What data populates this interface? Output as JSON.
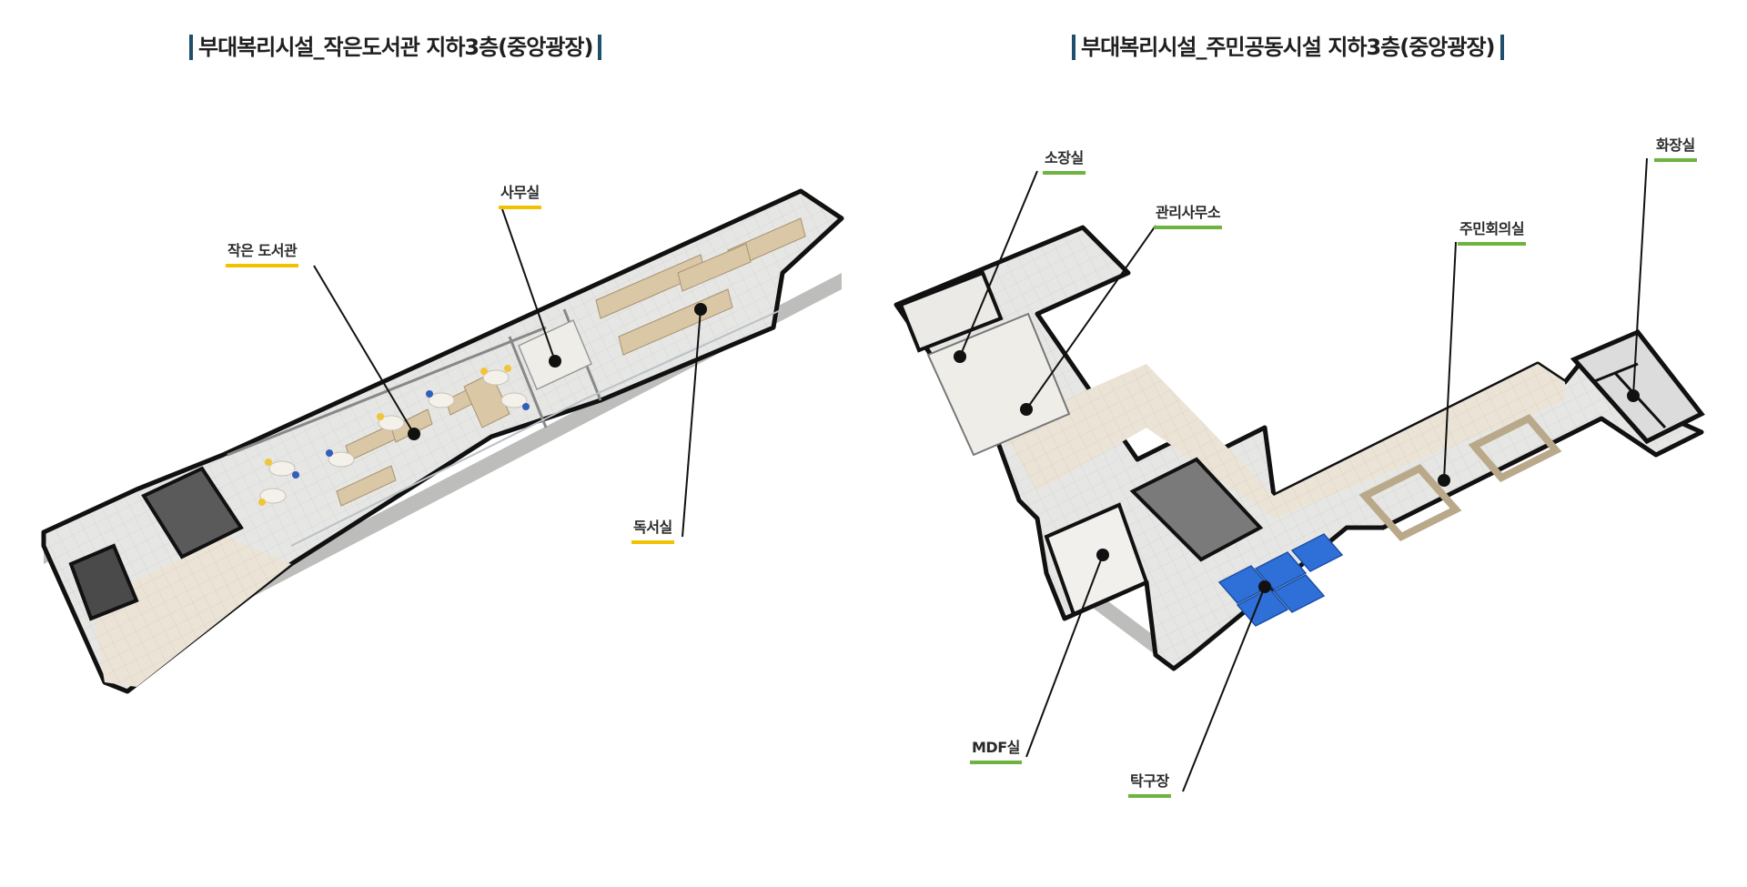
{
  "titles": {
    "left": "부대복리시설_작은도서관 지하3층(중앙광장)",
    "right": "부대복리시설_주민공동시설 지하3층(중앙광장)"
  },
  "labels": {
    "small_library": "작은 도서관",
    "office": "사무실",
    "reading_room": "독서실",
    "storage_room": "소장실",
    "management_office": "관리사무소",
    "resident_meeting_room": "주민회의실",
    "restroom": "화장실",
    "mdf_room": "MDF실",
    "table_tennis": "탁구장"
  },
  "colors": {
    "left_underline": "#f2c200",
    "right_underline": "#6db33f",
    "title_bar": "#1f4f6b",
    "floor": "#ece4d8",
    "wall": "#111111",
    "ping_pong_table": "#2f6fd8"
  }
}
